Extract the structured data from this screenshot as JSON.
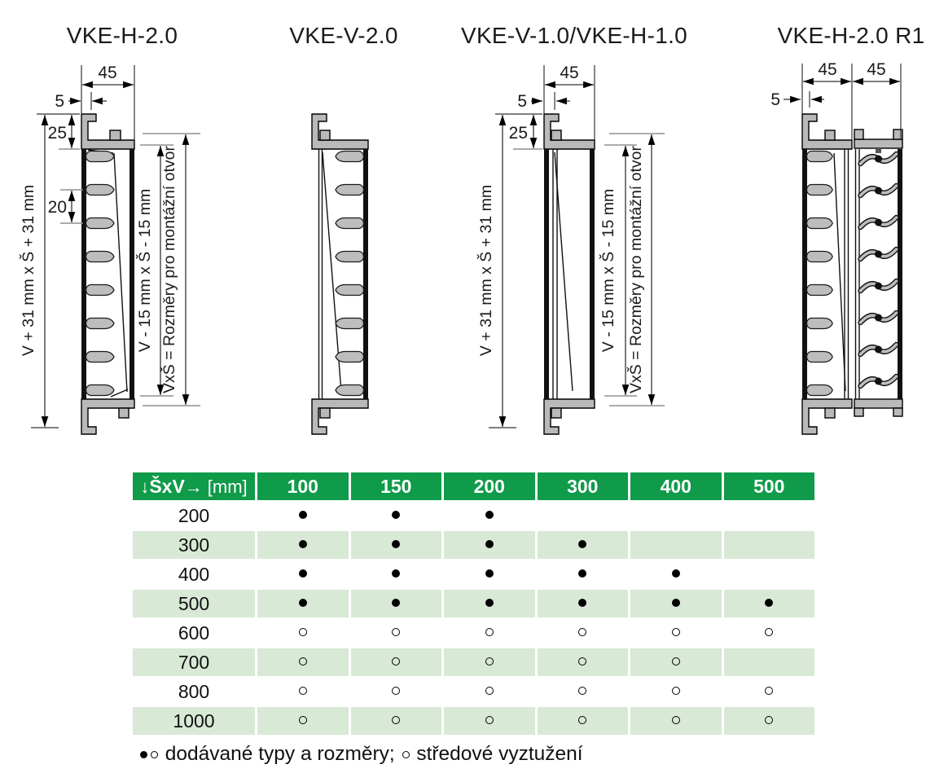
{
  "drawings": {
    "d1": {
      "title": "VKE-H-2.0",
      "dim_width": "45",
      "dim_offset": "5",
      "dim_top": "25",
      "dim_pitch": "20",
      "label_outer": "V + 31 mm x Š + 31 mm",
      "label_inner": "V - 15 mm x Š - 15 mm",
      "label_mount": "VxŠ = Rozměry pro montážní otvor"
    },
    "d2": {
      "title": "VKE-V-2.0"
    },
    "d3": {
      "title": "VKE-V-1.0/VKE-H-1.0",
      "dim_width": "45",
      "dim_offset": "5",
      "dim_top": "25",
      "label_outer": "V + 31 mm x Š + 31 mm",
      "label_inner": "V - 15 mm x Š - 15 mm",
      "label_mount": "VxŠ = Rozměry pro montážní otvor"
    },
    "d4": {
      "title": "VKE-H-2.0 R1",
      "dim_width_left": "45",
      "dim_width_right": "45",
      "dim_offset": "5"
    }
  },
  "table": {
    "corner": {
      "down_arrow": "↓",
      "axis_label": "ŠxV",
      "right_arrow": "→",
      "unit": "[mm]"
    },
    "columns": [
      "100",
      "150",
      "200",
      "300",
      "400",
      "500"
    ],
    "rows": [
      {
        "label": "200",
        "cells": [
          "filled",
          "filled",
          "filled",
          "",
          "",
          ""
        ]
      },
      {
        "label": "300",
        "cells": [
          "filled",
          "filled",
          "filled",
          "filled",
          "",
          ""
        ]
      },
      {
        "label": "400",
        "cells": [
          "filled",
          "filled",
          "filled",
          "filled",
          "filled",
          ""
        ]
      },
      {
        "label": "500",
        "cells": [
          "filled",
          "filled",
          "filled",
          "filled",
          "filled",
          "filled"
        ]
      },
      {
        "label": "600",
        "cells": [
          "open",
          "open",
          "open",
          "open",
          "open",
          "open"
        ]
      },
      {
        "label": "700",
        "cells": [
          "open",
          "open",
          "open",
          "open",
          "open",
          ""
        ]
      },
      {
        "label": "800",
        "cells": [
          "open",
          "open",
          "open",
          "open",
          "open",
          "open"
        ]
      },
      {
        "label": "1000",
        "cells": [
          "open",
          "open",
          "open",
          "open",
          "open",
          "open"
        ]
      }
    ],
    "colors": {
      "header_green": "#0f9b4a",
      "row_tint": "#d8e9d6"
    }
  },
  "legend": {
    "filled_symbol": "•",
    "open_symbol": "○",
    "supplied_text": " dodávané typy a rozměry; ",
    "open_symbol_2": "○",
    "reinforce_text": " středové vyztužení"
  }
}
